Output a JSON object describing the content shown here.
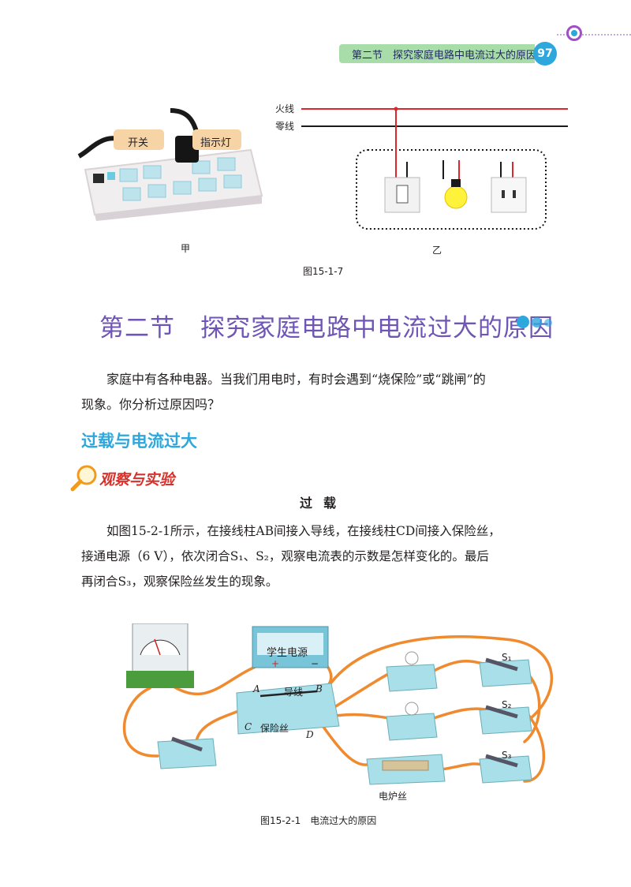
{
  "header": {
    "text": "第二节　探究家庭电路中电流过大的原因",
    "page_number": "97"
  },
  "figure_top": {
    "label_switch": "开关",
    "label_indicator": "指示灯",
    "label_live": "火线",
    "label_neutral": "零线",
    "sub_a": "甲",
    "sub_b": "乙",
    "caption": "图15-1-7"
  },
  "section": {
    "title": "第二节　探究家庭电路中电流过大的原因"
  },
  "intro": {
    "line1": "家庭中有各种电器。当我们用电时，有时会遇到“烧保险”或“跳闸”的",
    "line2": "现象。你分析过原因吗？"
  },
  "subsection": {
    "title": "过载与电流过大"
  },
  "activity": {
    "badge": "观察与实验",
    "title": "过载",
    "line1": "如图15-2-1所示，在接线柱AB间接入导线，在接线柱CD间接入保险丝，",
    "line2": "接通电源（6 V），依次闭合S₁、S₂，观察电流表的示数是怎样变化的。最后",
    "line3": "再闭合S₃，观察保险丝发生的现象。"
  },
  "figure_bottom": {
    "power_supply": "学生电源",
    "plus": "+",
    "minus": "−",
    "label_a": "A",
    "label_b": "B",
    "label_c": "C",
    "label_d": "D",
    "wire": "导线",
    "fuse": "保险丝",
    "s1": "S₁",
    "s2": "S₂",
    "s3": "S₃",
    "heater": "电炉丝",
    "caption": "图15-2-1　电流过大的原因"
  }
}
